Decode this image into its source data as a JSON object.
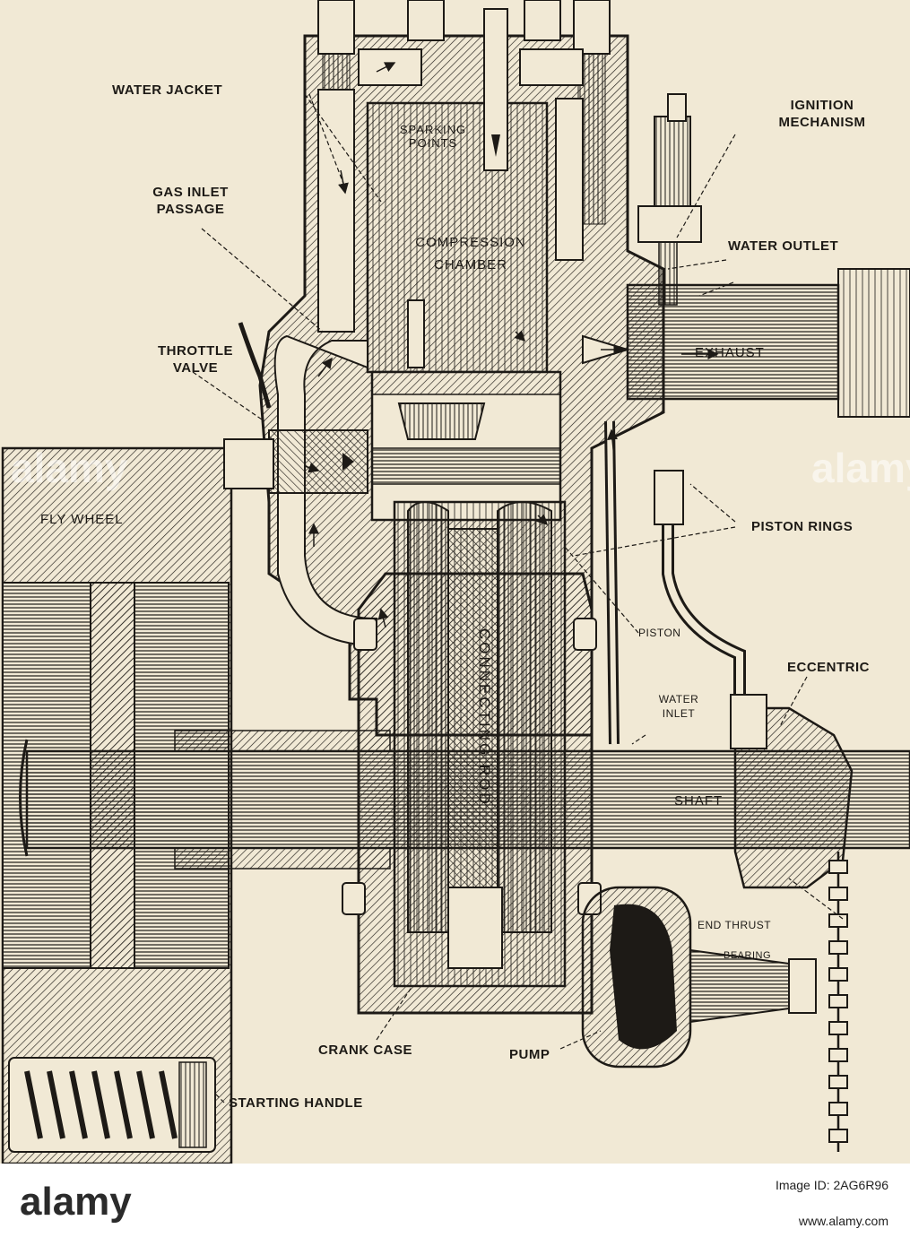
{
  "labels": {
    "water_jacket": "WATER JACKET",
    "ignition_mechanism": "IGNITION\nMECHANISM",
    "sparking_points": "SPARKING\nPOINTS",
    "gas_inlet_passage": "GAS INLET\nPASSAGE",
    "compression_chamber": "COMPRESSION\nCHAMBER",
    "water_outlet": "WATER OUTLET",
    "throttle_valve": "THROTTLE\nVALVE",
    "exhaust": "EXHAUST",
    "fly_wheel": "FLY WHEEL",
    "piston_rings": "PISTON RINGS",
    "connecting_rod": "CONNECTING ROD",
    "piston": "PISTON",
    "eccentric": "ECCENTRIC",
    "water_inlet": "WATER\nINLET",
    "shaft": "SHAFT",
    "end_thrust": "END THRUST",
    "bearing": "BEARING",
    "crank_case": "CRANK CASE",
    "pump": "PUMP",
    "starting_handle": "STARTING HANDLE"
  },
  "watermark": "alamy",
  "footer": {
    "logo": "alamy",
    "image_id_line1": "Image ID: 2AG6R96",
    "url": "www.alamy.com"
  },
  "colors": {
    "paper": "#f1e9d5",
    "ink": "#1d1a16"
  }
}
